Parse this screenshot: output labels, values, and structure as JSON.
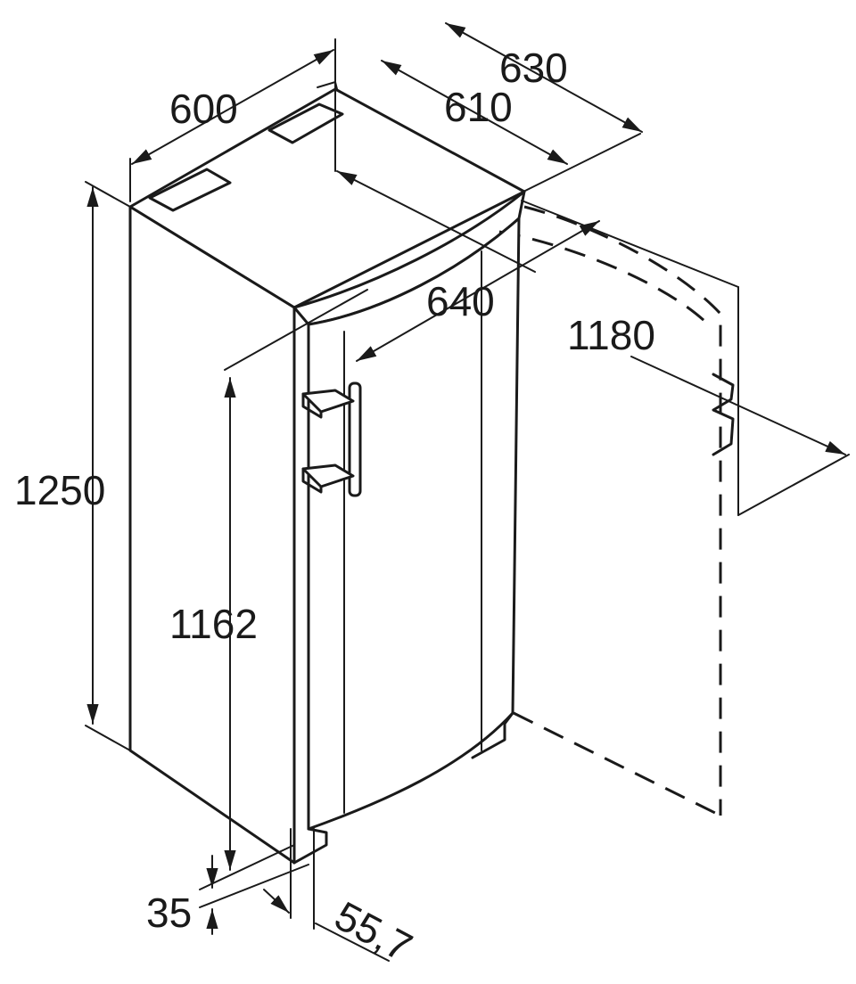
{
  "dimensions": {
    "width": "600",
    "depth_total": "630",
    "depth_body": "610",
    "depth_door": "640",
    "door_open_clearance": "1180",
    "height_total": "1250",
    "height_door": "1162",
    "plinth": "35",
    "door_offset": "55,7"
  },
  "colors": {
    "line": "#1a1a1a",
    "background": "#ffffff"
  }
}
